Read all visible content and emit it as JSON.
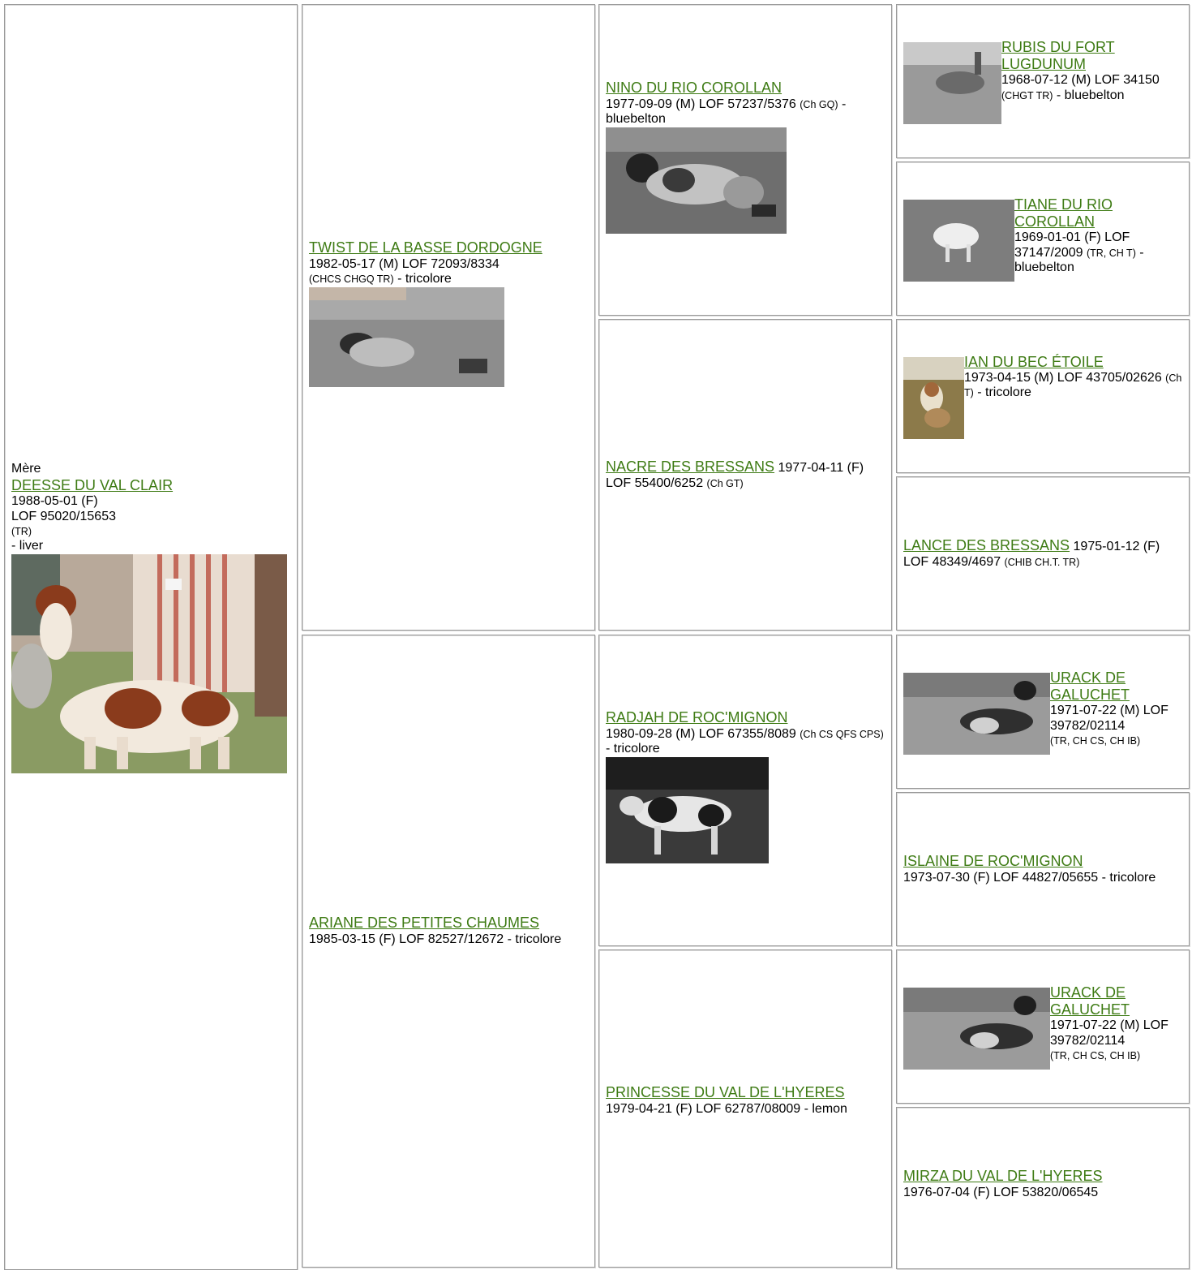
{
  "mother": {
    "label": "Mère",
    "name": "DEESSE DU VAL CLAIR",
    "dob": "1988-05-01 (F)",
    "lof": "LOF 95020/15653",
    "titles": "(TR)",
    "color": "- liver"
  },
  "gen2": [
    {
      "name": "TWIST DE LA BASSE DORDOGNE",
      "meta": "1982-05-17 (M) LOF 72093/8334",
      "titles": "(CHCS CHGQ TR)",
      "color": " - tricolore"
    },
    {
      "name": "ARIANE DES PETITES CHAUMES",
      "meta": "1985-03-15 (F) LOF 82527/12672 - tricolore"
    }
  ],
  "gen3": [
    {
      "name": "NINO DU RIO COROLLAN",
      "meta": "1977-09-09 (M) LOF 57237/5376",
      "titles": "(Ch GQ)",
      "color": " - bluebelton"
    },
    {
      "name": "NACRE DES BRESSANS",
      "meta": " 1977-04-11 (F) LOF 55400/6252",
      "titles": "(Ch GT)"
    },
    {
      "name": "RADJAH DE ROC'MIGNON",
      "meta": "1980-09-28 (M) LOF 67355/8089",
      "titles": "(Ch CS QFS CPS)",
      "color": " - tricolore"
    },
    {
      "name": "PRINCESSE DU VAL DE L'HYERES",
      "meta": "1979-04-21 (F) LOF 62787/08009 - lemon"
    }
  ],
  "gen4": [
    {
      "name": "RUBIS DU FORT LUGDUNUM",
      "meta": "1968-07-12 (M) LOF 34150",
      "titles": "(CHGT TR)",
      "color": " - bluebelton"
    },
    {
      "name": "TIANE DU RIO COROLLAN",
      "meta": "1969-01-01 (F) LOF 37147/2009",
      "titles": "(TR, CH T)",
      "color": " - bluebelton"
    },
    {
      "name": "IAN DU BEC ÉTOILE",
      "meta": "1973-04-15 (M) LOF 43705/02626",
      "titles": "(Ch T)",
      "color": " - tricolore"
    },
    {
      "name": "LANCE DES BRESSANS",
      "meta": " 1975-01-12 (F) LOF 48349/4697",
      "titles": "(CHIB CH.T. TR)"
    },
    {
      "name": "URACK DE GALUCHET",
      "meta": "1971-07-22 (M) LOF 39782/02114",
      "titles": "(TR, CH CS, CH IB)"
    },
    {
      "name": "ISLAINE DE ROC'MIGNON",
      "meta": "1973-07-30 (F) LOF 44827/05655 - tricolore"
    },
    {
      "name": "URACK DE GALUCHET",
      "meta": "1971-07-22 (M) LOF 39782/02114",
      "titles": "(TR, CH CS, CH IB)"
    },
    {
      "name": "MIRZA DU VAL DE L'HYERES",
      "meta": "1976-07-04 (F) LOF 53820/06545"
    }
  ],
  "colors": {
    "link": "#3e7b14",
    "border": "#9a9a9a"
  }
}
